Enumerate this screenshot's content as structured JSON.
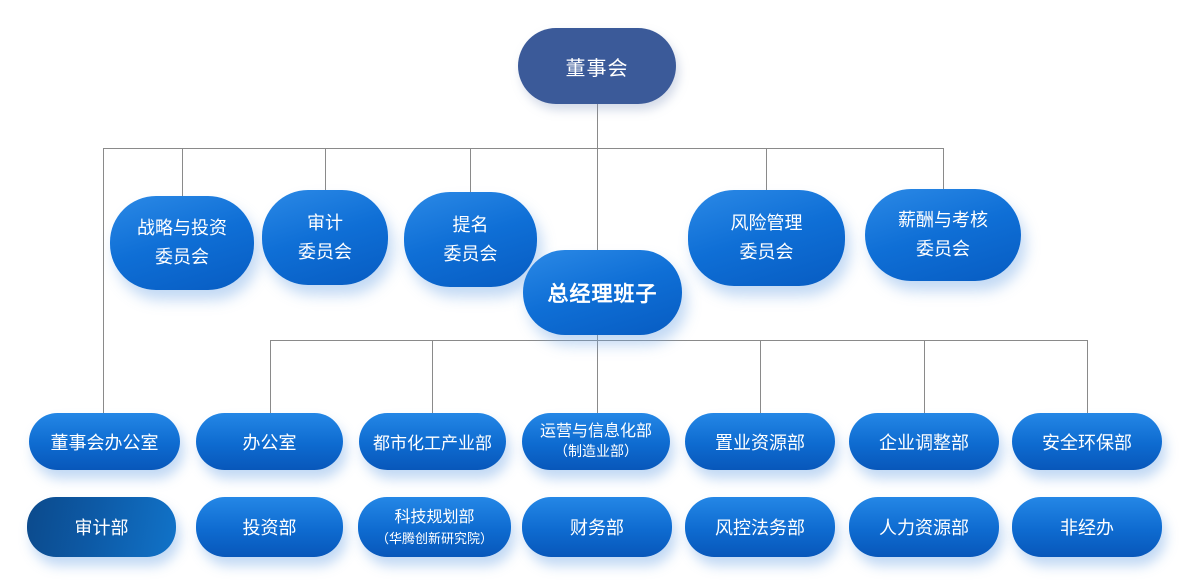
{
  "colors": {
    "board_fill": "#3b5a99",
    "node_fill_light": "#2b89e6",
    "node_fill_deep": "#075cc2",
    "dark_node_left": "#0c4a8c",
    "dark_node_right": "#1173c9",
    "text": "#ffffff",
    "connector": "#8a8a8a",
    "background": "#ffffff"
  },
  "org": {
    "board": {
      "label": "董事会"
    },
    "gm": {
      "label": "总经理班子"
    },
    "committees": [
      {
        "line1": "战略与投资",
        "line2": "委员会"
      },
      {
        "line1": "审计",
        "line2": "委员会"
      },
      {
        "line1": "提名",
        "line2": "委员会"
      },
      {
        "line1": "风险管理",
        "line2": "委员会"
      },
      {
        "line1": "薪酬与考核",
        "line2": "委员会"
      }
    ],
    "row1": [
      {
        "label": "董事会办公室"
      },
      {
        "label": "办公室"
      },
      {
        "label": "都市化工产业部"
      },
      {
        "line1": "运营与信息化部",
        "line2": "（制造业部）"
      },
      {
        "label": "置业资源部"
      },
      {
        "label": "企业调整部"
      },
      {
        "label": "安全环保部"
      }
    ],
    "row2": [
      {
        "label": "审计部"
      },
      {
        "label": "投资部"
      },
      {
        "line1": "科技规划部",
        "line2": "（华腾创新研究院）"
      },
      {
        "label": "财务部"
      },
      {
        "label": "风控法务部"
      },
      {
        "label": "人力资源部"
      },
      {
        "label": "非经办"
      }
    ]
  }
}
